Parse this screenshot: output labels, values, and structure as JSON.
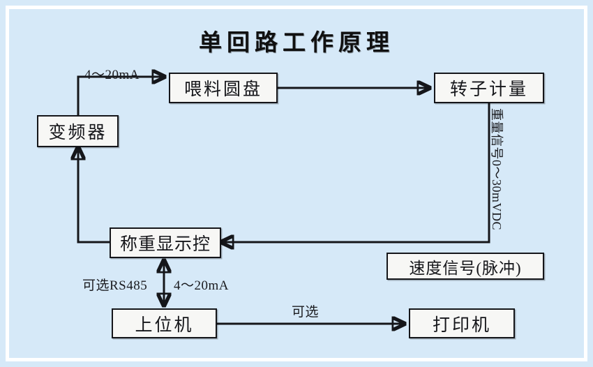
{
  "diagram": {
    "title": "单回路工作原理",
    "background_color": "#d6e9f8",
    "frame_color": "#ffffff",
    "line_color": "#15161a",
    "node_fill": "#f7f7f5",
    "type": "flowchart",
    "nodes": [
      {
        "id": "inverter",
        "label": "变频器"
      },
      {
        "id": "feed-disc",
        "label": "喂料圆盘"
      },
      {
        "id": "rotor",
        "label": "转子计量"
      },
      {
        "id": "weigh-ctrl",
        "label": "称重显示控"
      },
      {
        "id": "speed",
        "label": "速度信号(脉冲)"
      },
      {
        "id": "host",
        "label": "上位机"
      },
      {
        "id": "printer",
        "label": "打印机"
      }
    ],
    "edge_labels": {
      "inverter_to_feed": "4～20mA",
      "rotor_to_weigh": "重量信号0～30mVDC",
      "host_rs485": "可选RS485",
      "host_current": "4～20mA",
      "host_to_printer": "可选"
    }
  }
}
